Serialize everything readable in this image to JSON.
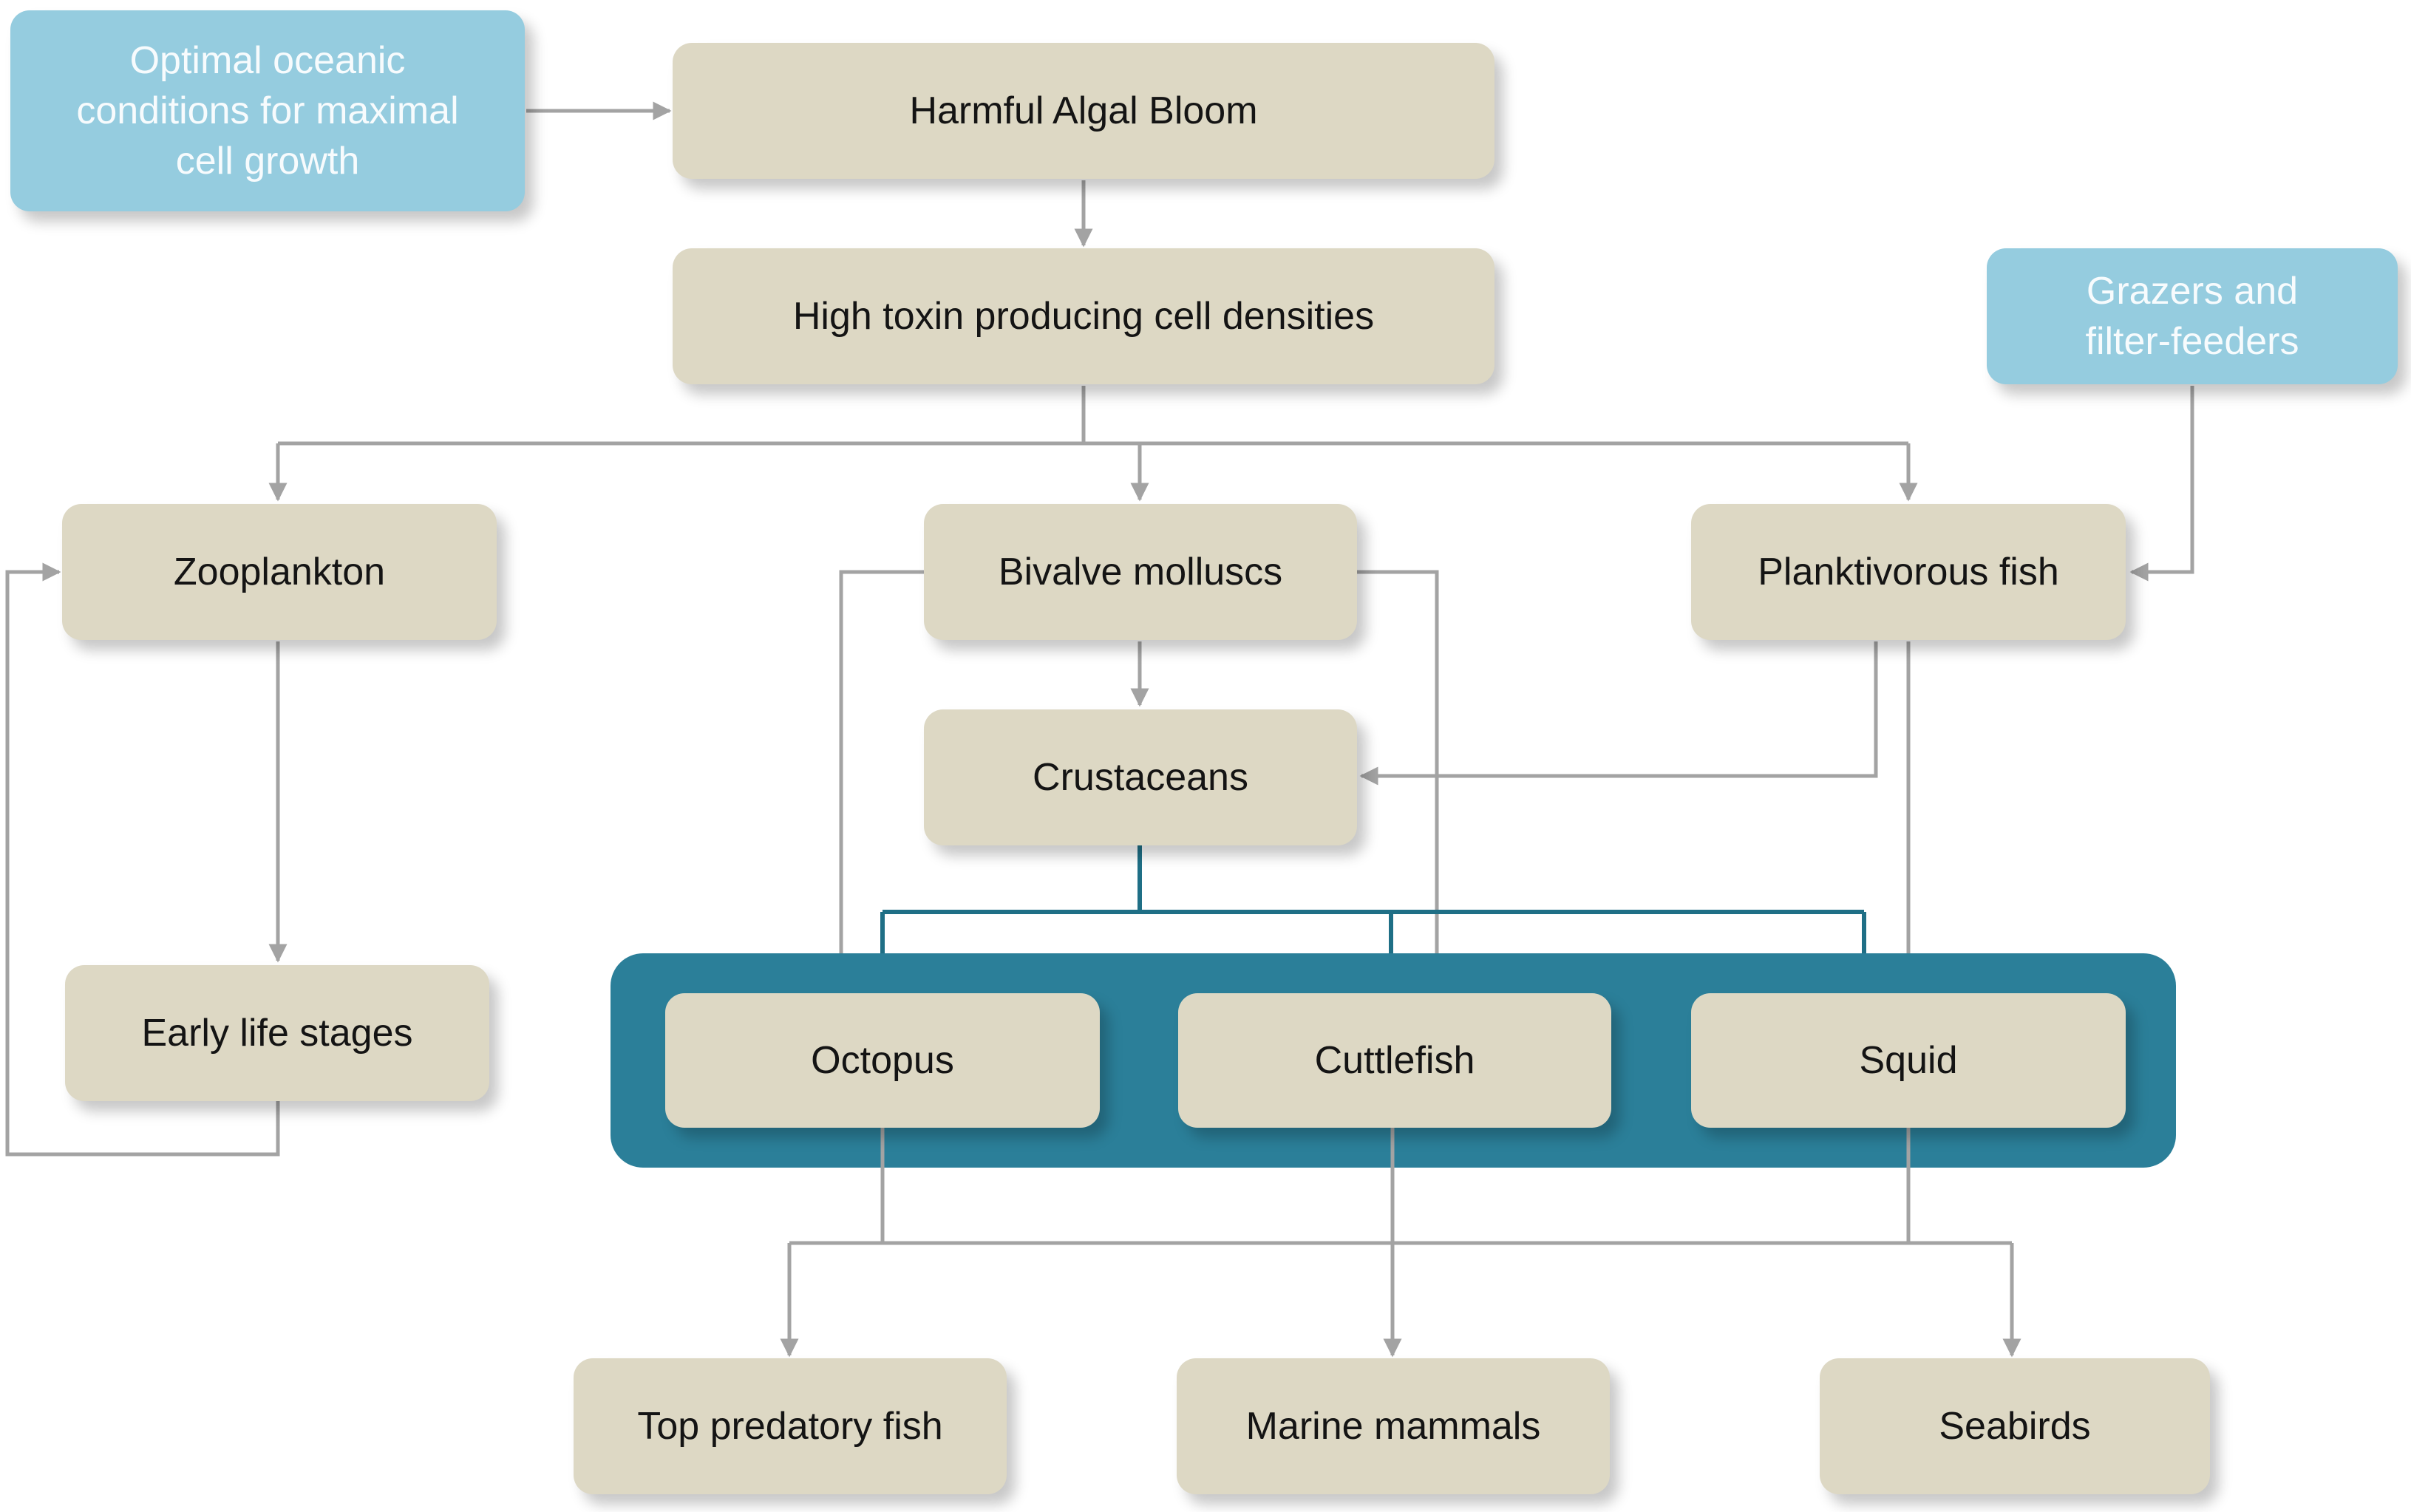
{
  "colors": {
    "node_fill": "#ddd8c4",
    "driver_fill": "#95ccdf",
    "cephalopod_group_fill": "#2b7f99",
    "grey_arrow": "#a3a3a3",
    "teal_arrow": "#1f6f86"
  },
  "nodes": {
    "optimal_conditions": "Optimal oceanic\nconditions for maximal\ncell growth",
    "harmful_algal_bloom": "Harmful Algal Bloom",
    "high_toxin": "High toxin producing cell densities",
    "grazers": "Grazers and\nfilter-feeders",
    "zooplankton": "Zooplankton",
    "bivalve_molluscs": "Bivalve molluscs",
    "planktivorous_fish": "Planktivorous fish",
    "crustaceans": "Crustaceans",
    "early_life_stages": "Early life stages",
    "octopus": "Octopus",
    "cuttlefish": "Cuttlefish",
    "squid": "Squid",
    "top_predatory_fish": "Top predatory fish",
    "marine_mammals": "Marine mammals",
    "seabirds": "Seabirds"
  }
}
